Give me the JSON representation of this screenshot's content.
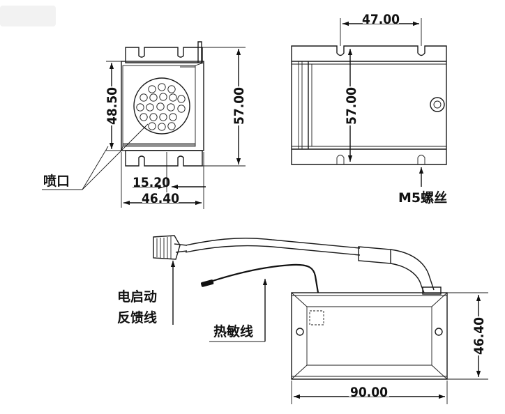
{
  "dimensions": {
    "front_height_inner": "48.50",
    "front_height_outer": "57.00",
    "nozzle_offset": "15.20",
    "front_width": "46.40",
    "side_hole_spacing": "47.00",
    "side_height": "57.00",
    "bottom_height": "46.40",
    "bottom_length": "90.00"
  },
  "labels": {
    "nozzle": "喷口",
    "screw": "M5螺丝",
    "feedback_line_1": "电启动",
    "feedback_line_2": "反馈线",
    "thermistor_wire": "热敏线"
  },
  "colors": {
    "line": "#1a1a1a",
    "background": "#ffffff"
  }
}
